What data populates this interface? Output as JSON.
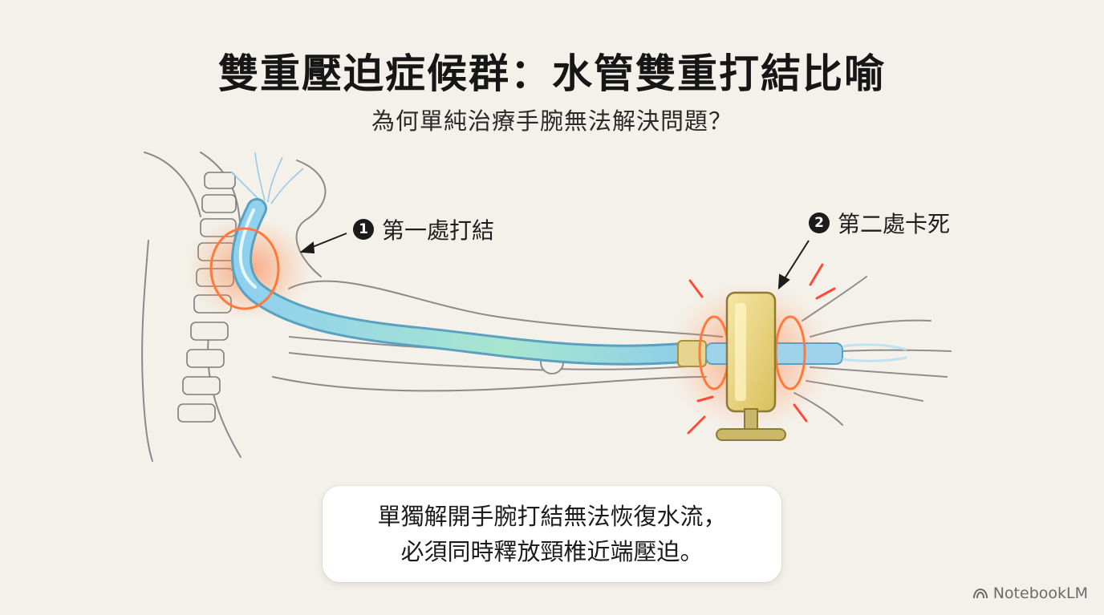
{
  "header": {
    "title": "雙重壓迫症候群：水管雙重打結比喻",
    "subtitle": "為何單純治療手腕無法解決問題？"
  },
  "callouts": [
    {
      "number": "1",
      "label": "第一處打結"
    },
    {
      "number": "2",
      "label": "第二處卡死"
    }
  ],
  "caption": {
    "line1": "單獨解開手腕打結無法恢復水流，",
    "line2": "必須同時釋放頸椎近端壓迫。"
  },
  "brand": {
    "name": "NotebookLM",
    "icon": "notebooklm-logo-icon"
  },
  "colors": {
    "background": "#f4f1ea",
    "hose": "#9fd9e6",
    "glow": "#ff7a45",
    "clamp": "#e8d27a"
  }
}
